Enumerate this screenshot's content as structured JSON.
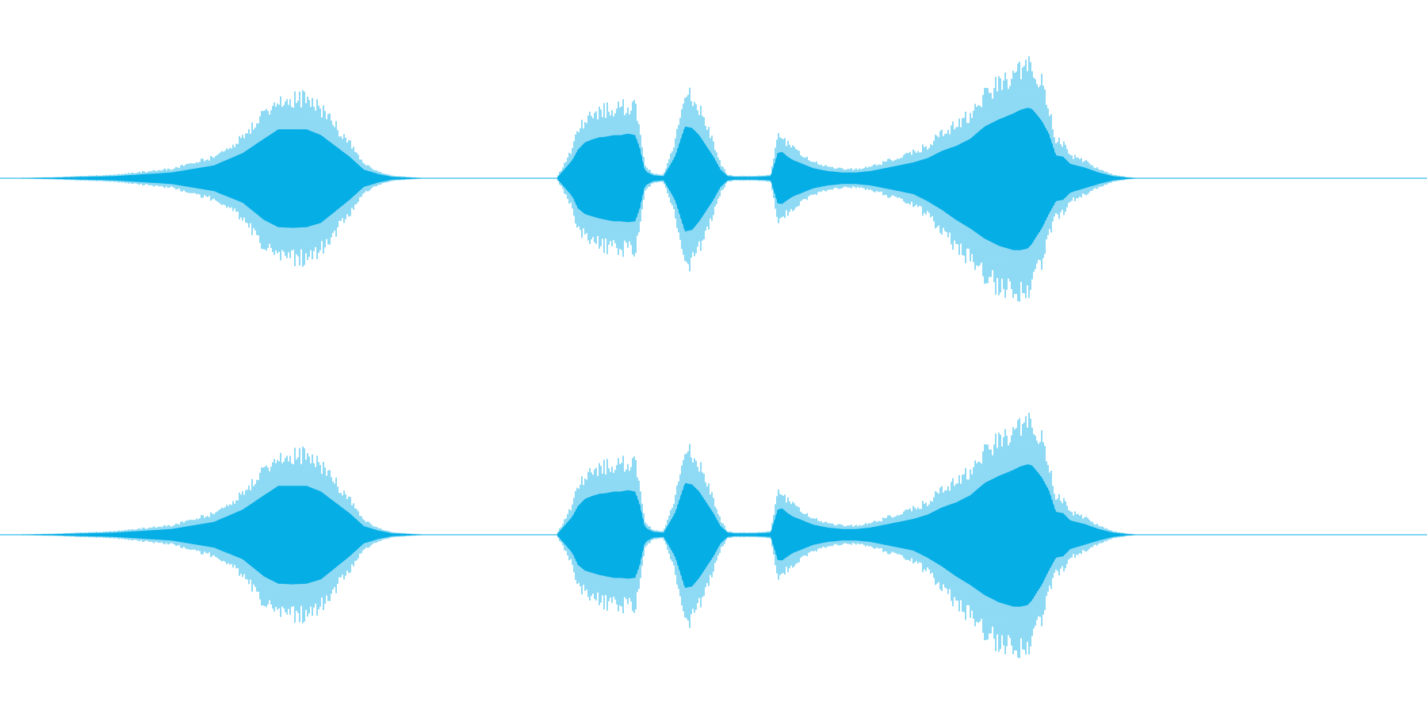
{
  "chart_data": {
    "type": "area",
    "color": "#06aee6",
    "xlim": [
      0,
      1
    ],
    "ylim": [
      -1,
      1
    ],
    "grid": false,
    "legend": "none",
    "series": [
      {
        "x": [
          0,
          0.04,
          0.08,
          0.12,
          0.15,
          0.17,
          0.185,
          0.195,
          0.205,
          0.215,
          0.225,
          0.235,
          0.245,
          0.255,
          0.265,
          0.275,
          0.3,
          0.39,
          0.401,
          0.405,
          0.41,
          0.415,
          0.42,
          0.425,
          0.43,
          0.435,
          0.44,
          0.445,
          0.448,
          0.452,
          0.458,
          0.465,
          0.473,
          0.48,
          0.485,
          0.49,
          0.495,
          0.5,
          0.505,
          0.51,
          0.515,
          0.52,
          0.53,
          0.54,
          0.545,
          0.548,
          0.552,
          0.556,
          0.56,
          0.565,
          0.57,
          0.575,
          0.58,
          0.59,
          0.6,
          0.61,
          0.62,
          0.63,
          0.64,
          0.65,
          0.66,
          0.67,
          0.68,
          0.69,
          0.7,
          0.71,
          0.715,
          0.72,
          0.723,
          0.726,
          0.73,
          0.735,
          0.74,
          0.745,
          0.75,
          0.76,
          0.77,
          0.78,
          0.79,
          0.8,
          0.83,
          0.87,
          1
        ],
        "upper": [
          0,
          0.01,
          0.03,
          0.08,
          0.18,
          0.35,
          0.55,
          0.68,
          0.68,
          0.68,
          0.6,
          0.45,
          0.3,
          0.12,
          0.06,
          0.02,
          0,
          0,
          0.25,
          0.4,
          0.5,
          0.54,
          0.57,
          0.58,
          0.6,
          0.6,
          0.62,
          0.6,
          0.45,
          0.1,
          0.04,
          0.03,
          0.3,
          0.72,
          0.7,
          0.6,
          0.45,
          0.3,
          0.12,
          0.03,
          0.02,
          0.02,
          0.02,
          0.03,
          0.35,
          0.37,
          0.3,
          0.25,
          0.22,
          0.18,
          0.14,
          0.12,
          0.1,
          0.08,
          0.08,
          0.1,
          0.14,
          0.18,
          0.22,
          0.28,
          0.38,
          0.45,
          0.55,
          0.72,
          0.82,
          0.9,
          0.95,
          0.98,
          0.97,
          0.9,
          0.8,
          0.62,
          0.32,
          0.3,
          0.2,
          0.15,
          0.08,
          0.03,
          0.01,
          0,
          0,
          0,
          0
        ],
        "lower": [
          0,
          -0.01,
          -0.03,
          -0.08,
          -0.18,
          -0.34,
          -0.58,
          -0.68,
          -0.69,
          -0.68,
          -0.62,
          -0.46,
          -0.3,
          -0.12,
          -0.06,
          -0.02,
          0,
          0,
          -0.25,
          -0.42,
          -0.5,
          -0.53,
          -0.56,
          -0.58,
          -0.6,
          -0.6,
          -0.61,
          -0.6,
          -0.45,
          -0.1,
          -0.04,
          -0.03,
          -0.3,
          -0.74,
          -0.72,
          -0.6,
          -0.45,
          -0.3,
          -0.12,
          -0.03,
          -0.02,
          -0.02,
          -0.02,
          -0.03,
          -0.35,
          -0.36,
          -0.3,
          -0.25,
          -0.22,
          -0.18,
          -0.14,
          -0.12,
          -0.1,
          -0.08,
          -0.08,
          -0.1,
          -0.14,
          -0.18,
          -0.22,
          -0.32,
          -0.44,
          -0.58,
          -0.7,
          -0.84,
          -0.94,
          -1.0,
          -1.0,
          -0.98,
          -0.92,
          -0.82,
          -0.7,
          -0.5,
          -0.32,
          -0.3,
          -0.2,
          -0.14,
          -0.08,
          -0.03,
          -0.01,
          0,
          0,
          0,
          0
        ]
      },
      {
        "x": [
          0,
          0.04,
          0.08,
          0.12,
          0.15,
          0.17,
          0.185,
          0.195,
          0.205,
          0.215,
          0.225,
          0.235,
          0.245,
          0.255,
          0.265,
          0.275,
          0.3,
          0.39,
          0.401,
          0.405,
          0.41,
          0.415,
          0.42,
          0.425,
          0.43,
          0.435,
          0.44,
          0.445,
          0.448,
          0.452,
          0.458,
          0.465,
          0.473,
          0.48,
          0.485,
          0.49,
          0.495,
          0.5,
          0.505,
          0.51,
          0.515,
          0.52,
          0.53,
          0.54,
          0.545,
          0.548,
          0.552,
          0.556,
          0.56,
          0.565,
          0.57,
          0.575,
          0.58,
          0.59,
          0.6,
          0.61,
          0.62,
          0.63,
          0.64,
          0.65,
          0.66,
          0.67,
          0.68,
          0.69,
          0.7,
          0.71,
          0.715,
          0.72,
          0.723,
          0.726,
          0.73,
          0.735,
          0.74,
          0.745,
          0.75,
          0.76,
          0.77,
          0.78,
          0.79,
          0.8,
          0.83,
          0.87,
          1
        ],
        "upper": [
          0,
          0.01,
          0.03,
          0.08,
          0.18,
          0.35,
          0.55,
          0.68,
          0.68,
          0.68,
          0.6,
          0.45,
          0.3,
          0.12,
          0.06,
          0.02,
          0,
          0,
          0.25,
          0.4,
          0.5,
          0.54,
          0.57,
          0.58,
          0.6,
          0.6,
          0.62,
          0.6,
          0.45,
          0.1,
          0.04,
          0.03,
          0.3,
          0.72,
          0.7,
          0.6,
          0.45,
          0.3,
          0.12,
          0.03,
          0.02,
          0.02,
          0.02,
          0.03,
          0.35,
          0.37,
          0.3,
          0.25,
          0.22,
          0.18,
          0.14,
          0.12,
          0.1,
          0.08,
          0.08,
          0.1,
          0.14,
          0.18,
          0.22,
          0.28,
          0.38,
          0.45,
          0.55,
          0.72,
          0.82,
          0.9,
          0.95,
          0.98,
          0.97,
          0.9,
          0.8,
          0.62,
          0.32,
          0.3,
          0.2,
          0.15,
          0.08,
          0.03,
          0.01,
          0,
          0,
          0,
          0
        ],
        "lower": [
          0,
          -0.01,
          -0.03,
          -0.08,
          -0.18,
          -0.34,
          -0.58,
          -0.68,
          -0.69,
          -0.68,
          -0.62,
          -0.46,
          -0.3,
          -0.12,
          -0.06,
          -0.02,
          0,
          0,
          -0.25,
          -0.42,
          -0.5,
          -0.53,
          -0.56,
          -0.58,
          -0.6,
          -0.6,
          -0.61,
          -0.6,
          -0.45,
          -0.1,
          -0.04,
          -0.03,
          -0.3,
          -0.74,
          -0.72,
          -0.6,
          -0.45,
          -0.3,
          -0.12,
          -0.03,
          -0.02,
          -0.02,
          -0.02,
          -0.03,
          -0.35,
          -0.36,
          -0.3,
          -0.25,
          -0.22,
          -0.18,
          -0.14,
          -0.12,
          -0.1,
          -0.08,
          -0.08,
          -0.1,
          -0.14,
          -0.18,
          -0.22,
          -0.32,
          -0.44,
          -0.58,
          -0.7,
          -0.84,
          -0.94,
          -1.0,
          -1.0,
          -0.98,
          -0.92,
          -0.82,
          -0.7,
          -0.5,
          -0.32,
          -0.3,
          -0.2,
          -0.14,
          -0.08,
          -0.03,
          -0.01,
          0,
          0,
          0,
          0
        ]
      }
    ]
  }
}
